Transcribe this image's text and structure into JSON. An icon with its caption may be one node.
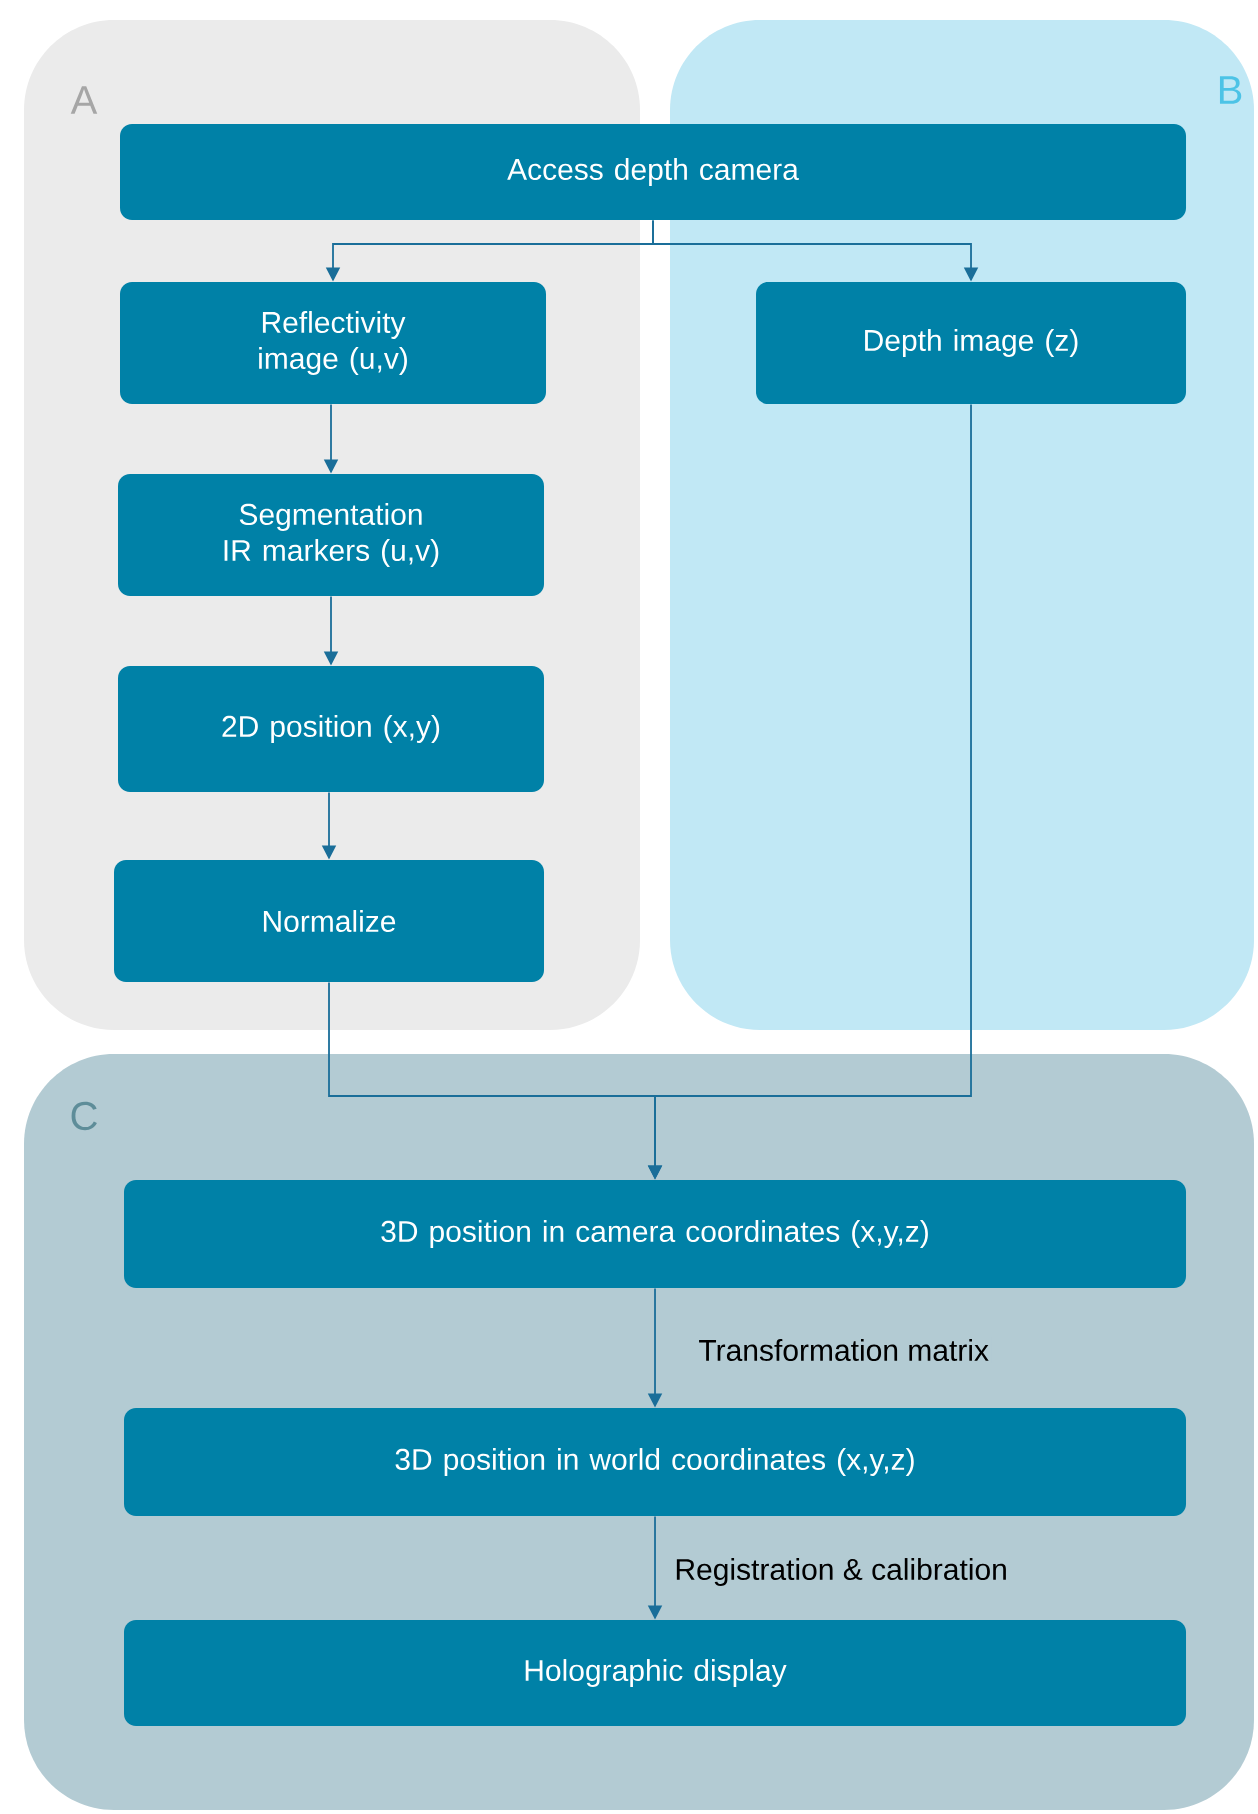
{
  "diagram": {
    "nodes": [
      {
        "text": [
          "A"
        ]
      },
      {
        "text": [
          "B"
        ]
      },
      {
        "text": [
          "Access depth camera"
        ]
      },
      {
        "text": [
          "Reflectivity image (u,v)"
        ],
        "in": 0
      },
      {
        "text": [
          "Segmentation IR markers (u,v)"
        ],
        "in": 0
      },
      {
        "text": [
          "2D position (x,y)"
        ],
        "in": 0
      },
      {
        "text": [
          "Normalize"
        ],
        "in": 0
      },
      {
        "text": [
          "Depth image (z)"
        ],
        "in": 1
      },
      {
        "text": [
          "C"
        ]
      },
      {
        "text": [
          "3D position in camera coordinates (x,y,z)"
        ],
        "in": 8
      },
      {
        "text": [
          "3D position in world coordinates (x,y,z)"
        ],
        "in": 8
      },
      {
        "text": [
          "Holographic display"
        ],
        "in": 8
      }
    ],
    "edges": [
      {
        "from": 2,
        "to": 3,
        "arrow": "to"
      },
      {
        "from": 2,
        "to": 7,
        "arrow": "to"
      },
      {
        "from": 3,
        "to": 4,
        "arrow": "to"
      },
      {
        "from": 4,
        "to": 5,
        "arrow": "to"
      },
      {
        "from": 5,
        "to": 6,
        "arrow": "to"
      },
      {
        "from": 6,
        "to": 9,
        "arrow": "to"
      },
      {
        "from": 7,
        "to": 9,
        "arrow": "to"
      },
      {
        "from": 9,
        "to": 10,
        "arrow": "to",
        "label": "Transformation matrix"
      },
      {
        "from": 10,
        "to": 11,
        "arrow": "to",
        "label": "Registration & calibration"
      }
    ]
  }
}
